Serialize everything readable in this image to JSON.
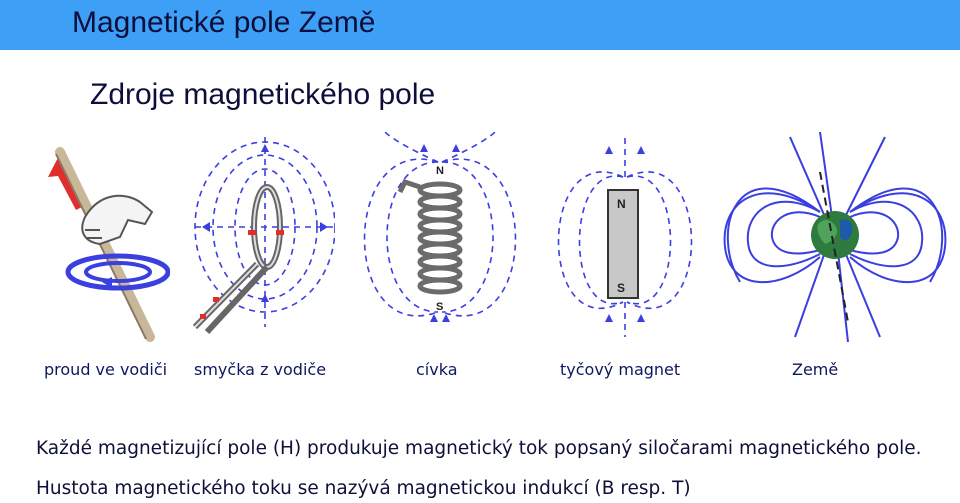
{
  "slide": {
    "title": "Magnetické pole Země",
    "subtitle": "Zdroje magnetického pole"
  },
  "figures": [
    {
      "caption": "proud ve vodiči"
    },
    {
      "caption": "smyčka z vodiče"
    },
    {
      "caption": "cívka",
      "labels": {
        "north": "N",
        "south": "S"
      }
    },
    {
      "caption": "tyčový magnet",
      "labels": {
        "north": "N",
        "south": "S"
      }
    },
    {
      "caption": "Země"
    }
  ],
  "text": {
    "line1": "Každé magnetizující pole (H) produkuje magnetický tok popsaný siločarami magnetického pole.",
    "line2": "Hustota magnetického toku se nazývá magnetickou indukcí (B resp. T)"
  },
  "colors": {
    "header_bar": "#3d9ff6",
    "field_lines": "#3a3fe0",
    "current_arrow": "#e02d2d",
    "earth": "#2f7a3f"
  }
}
